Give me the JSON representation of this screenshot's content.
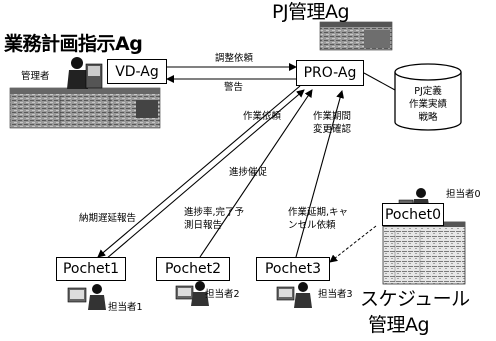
{
  "titles": {
    "business_plan_agent": "業務計画指示Ag",
    "pj_agent": "PJ管理Ag",
    "schedule_agent_line1": "スケジュール",
    "schedule_agent_line2": "管理Ag"
  },
  "nodes": {
    "vd_ag": "VD-Ag",
    "pro_ag": "PRO-Ag",
    "database": "PJ定義\n作業実績\n戦略",
    "pochet0": "Pochet0",
    "pochet1": "Pochet1",
    "pochet2": "Pochet2",
    "pochet3": "Pochet3"
  },
  "people": {
    "manager": "管理者",
    "person0": "担当者0",
    "person1": "担当者1",
    "person2": "担当者2",
    "person3": "担当者3"
  },
  "edges": {
    "request_coordination": "調整依頼",
    "warning": "警告",
    "work_request": "作業依頼",
    "confirm_period_change": "作業期間\n変更確認",
    "progress_prompt": "進捗催促",
    "delay_report": "納期遅延報告",
    "progress_forecast_report": "進捗率,完了予\n測日報告",
    "delay_cancel_request": "作業延期,キャ\nンセル依頼"
  }
}
